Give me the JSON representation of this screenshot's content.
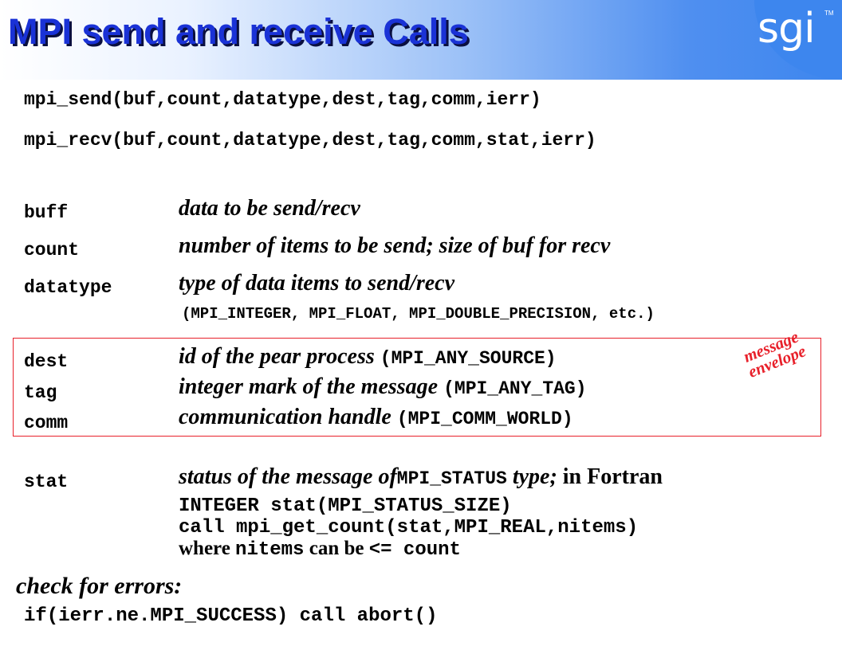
{
  "title": "MPI send and receive Calls",
  "logo": "sgi",
  "logo_tm": "TM",
  "signatures": {
    "send": "mpi_send(buf,count,datatype,dest,tag,comm,ierr)",
    "recv": "mpi_recv(buf,count,datatype,dest,tag,comm,stat,ierr)"
  },
  "params": {
    "buff": {
      "name": "buff",
      "desc": "data to be send/recv"
    },
    "count": {
      "name": "count",
      "desc": "number of items to be send; size of buf for recv"
    },
    "datatype": {
      "name": "datatype",
      "desc": "type of data items to send/recv",
      "examples": "(MPI_INTEGER, MPI_FLOAT, MPI_DOUBLE_PRECISION, etc.)"
    },
    "dest": {
      "name": "dest",
      "desc": "id of the pear process",
      "default": "(MPI_ANY_SOURCE)"
    },
    "tag": {
      "name": "tag",
      "desc": "integer mark of the message",
      "default": "(MPI_ANY_TAG)"
    },
    "comm": {
      "name": "comm",
      "desc": "communication handle",
      "default": "(MPI_COMM_WORLD)"
    },
    "stat": {
      "name": "stat",
      "desc_before": "status of the message of",
      "type_name": "MPI_STATUS",
      "desc_after": "type;",
      "fortran": "in Fortran",
      "line1": "INTEGER stat(MPI_STATUS_SIZE)",
      "line2": "call mpi_get_count(stat,MPI_REAL,nitems)",
      "line3_where": "where",
      "line3_var": "nitems",
      "line3_can": "can be",
      "line3_cmp": "<= count"
    }
  },
  "envelope_label": {
    "line1": "message",
    "line2": "envelope",
    "color": "#e8202a"
  },
  "errors": {
    "heading": "check for errors:",
    "code": "if(ierr.ne.MPI_SUCCESS) call abort()"
  }
}
